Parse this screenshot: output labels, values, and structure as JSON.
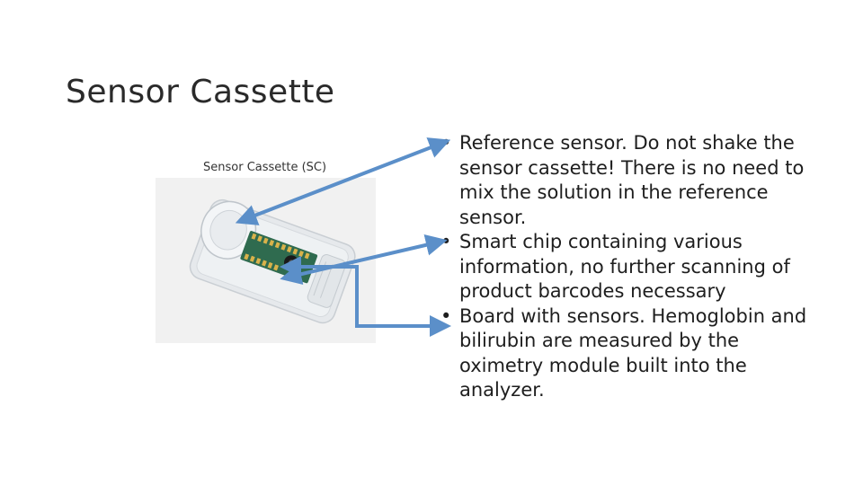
{
  "slide": {
    "title": "Sensor Cassette",
    "image_caption": "Sensor Cassette (SC)",
    "bullet_glyph": "•",
    "bullets": [
      "Reference sensor.  Do not shake the sensor cassette! There is no need to mix the solution in the reference sensor.",
      "Smart chip containing various information, no further scanning of product barcodes necessary",
      "Board with sensors. Hemoglobin and bilirubin are measured by the oximetry module built into the analyzer."
    ]
  },
  "colors": {
    "arrow": "#5b8fc9",
    "photo_background": "#f1f1f1",
    "cassette_body": "#e4e7ea",
    "circuit_board": "#2f6b4f",
    "chip": "#1a1a1a"
  }
}
